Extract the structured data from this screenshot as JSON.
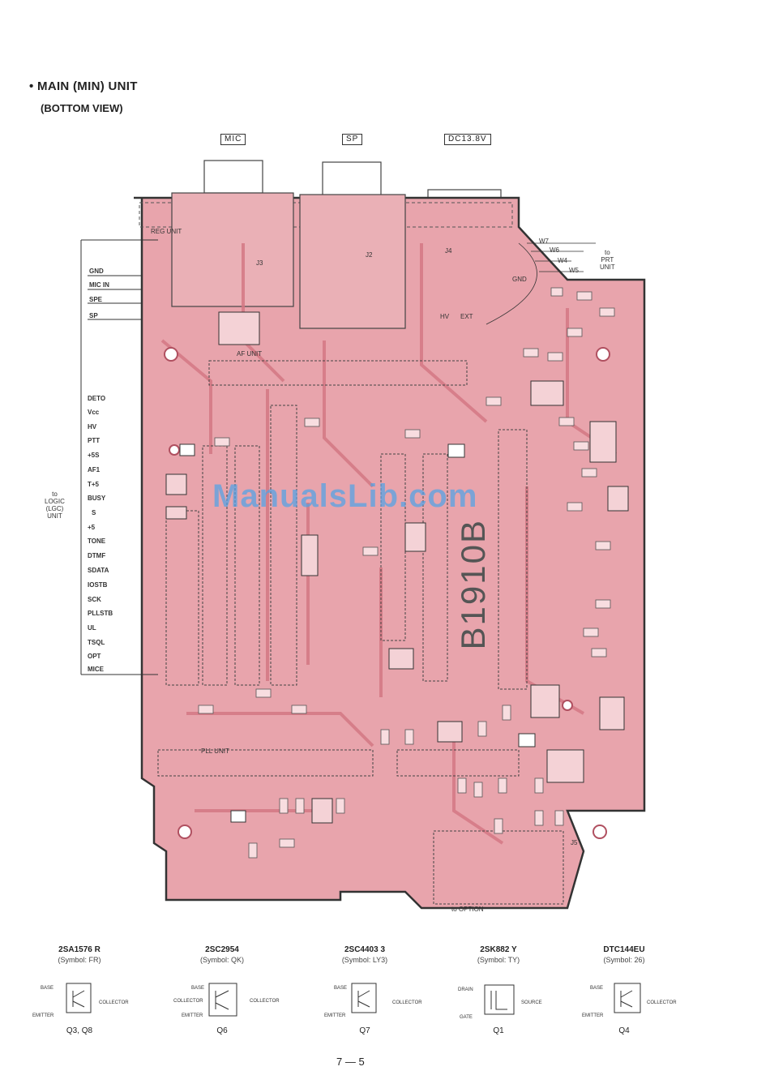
{
  "header": {
    "title": "• MAIN (MIN) UNIT",
    "subtitle": "(BOTTOM VIEW)"
  },
  "connectors": {
    "mic": "MIC",
    "sp": "SP",
    "dc": "DC13.8V"
  },
  "board_labels": {
    "reg_unit": "REG UNIT",
    "af_unit": "AF UNIT",
    "pll_unit": "PLL UNIT",
    "part_number": "B1910B",
    "j2": "J2",
    "j3": "J3",
    "j4": "J4",
    "j5": "J5",
    "hv": "HV",
    "ext": "EXT",
    "gnd": "GND",
    "to_option": "to OPTION",
    "to_prt": "to\nPRT\nUNIT",
    "w_labels": [
      "W7",
      "W6",
      "W4",
      "W5"
    ]
  },
  "left_pins_top": [
    "GND",
    "MIC IN",
    "SPE",
    "SP"
  ],
  "left_pins_logic": [
    "DETO",
    "Vcc",
    "HV",
    "PTT",
    "+5S",
    "AF1",
    "T+5",
    "BUSY",
    "S",
    "+5",
    "TONE",
    "DTMF",
    "SDATA",
    "IOSTB",
    "SCK",
    "PLLSTB",
    "UL",
    "TSQL",
    "OPT",
    "MICE"
  ],
  "logic_note": "to\nLOGIC\n(LGC)\nUNIT",
  "transistors": [
    {
      "name": "2SA1576 R",
      "symbol": "(Symbol: FR)",
      "ref": "Q3, Q8",
      "pins": [
        "BASE",
        "EMITTER",
        "COLLECTOR"
      ]
    },
    {
      "name": "2SC2954",
      "symbol": "(Symbol: QK)",
      "ref": "Q6",
      "pins": [
        "BASE",
        "COLLECTOR",
        "EMITTER",
        "COLLECTOR"
      ]
    },
    {
      "name": "2SC4403 3",
      "symbol": "(Symbol: LY3)",
      "ref": "Q7",
      "pins": [
        "BASE",
        "EMITTER",
        "COLLECTOR"
      ]
    },
    {
      "name": "2SK882 Y",
      "symbol": "(Symbol: TY)",
      "ref": "Q1",
      "pins": [
        "DRAIN",
        "GATE",
        "SOURCE"
      ]
    },
    {
      "name": "DTC144EU",
      "symbol": "(Symbol: 26)",
      "ref": "Q4",
      "pins": [
        "BASE",
        "EMITTER",
        "COLLECTOR"
      ]
    }
  ],
  "page_number": "7 — 5",
  "watermark": "ManualsLib.com",
  "colors": {
    "board": "#e6a0a8",
    "trace": "#d9848f",
    "outline": "#333333"
  }
}
